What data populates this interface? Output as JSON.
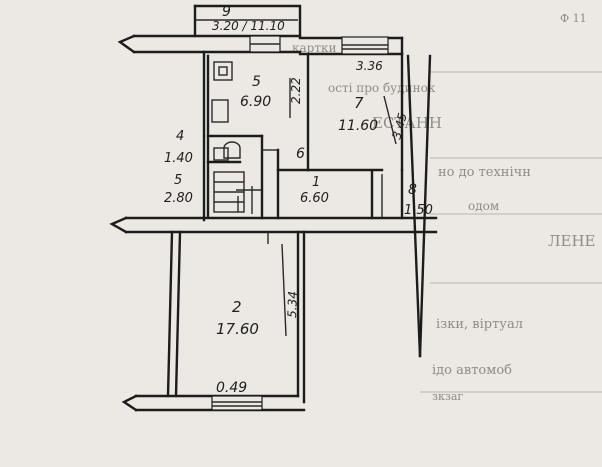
{
  "floor_plan": {
    "top_dimension": "9",
    "top_dimension_detail": "3.20 / 11.10",
    "rooms": [
      {
        "number": "5",
        "area": "6.90"
      },
      {
        "number": "7",
        "area": "11.60"
      },
      {
        "number": "4",
        "area": "1.40"
      },
      {
        "number": "5",
        "area": "2.80"
      },
      {
        "number": "6",
        "area": ""
      },
      {
        "number": "1",
        "area": "6.60"
      },
      {
        "number": "8",
        "area": "1.50"
      },
      {
        "number": "2",
        "area": "17.60"
      }
    ],
    "dimensions": {
      "window_room7": "3.36",
      "room5_side": "2.22",
      "room7_side": "3.45",
      "room2_side": "5.34",
      "balcony": "0.49"
    }
  },
  "background_text": {
    "line1": "картки",
    "line2": "ості про будинок",
    "line3": "ЕСТАНН",
    "line4": "но до технічн",
    "line5": "одом",
    "line6": "ЛЕНЕ",
    "line7": "ізки, віртуал",
    "line8": "ідо  автомоб",
    "line9": "зкзаг",
    "corner": "Ф 11"
  }
}
